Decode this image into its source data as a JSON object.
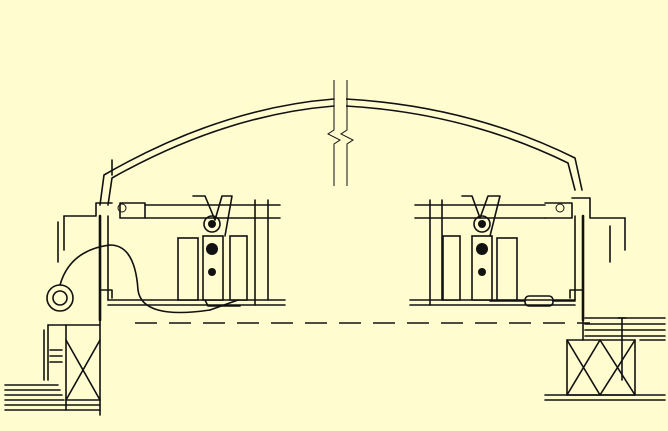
{
  "diagram": {
    "background_color": "#fffccf",
    "line_color": "#111111",
    "components": [
      "dome-cover",
      "break-symbol",
      "left-hatch-frame",
      "right-hatch-frame",
      "left-latch-bracket",
      "right-latch-bracket",
      "pull-ring",
      "cable",
      "turnbuckle",
      "roof-opening-line",
      "left-wall-structure",
      "right-wall-structure"
    ]
  }
}
